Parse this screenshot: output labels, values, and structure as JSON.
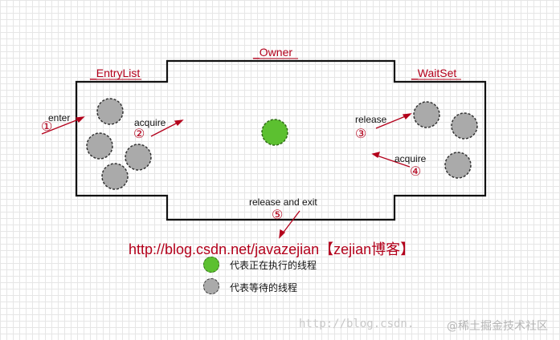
{
  "labels": {
    "owner": "_Owner",
    "entry_list": "_EntryList",
    "wait_set": "_WaitSet"
  },
  "steps": {
    "enter": "enter",
    "enter_num": "①",
    "acquire": "acquire",
    "acquire_num": "②",
    "release": "release",
    "release_num": "③",
    "acquire2": "acquire",
    "acquire2_num": "④",
    "release_exit": "release and exit",
    "release_exit_num": "⑤"
  },
  "url": "http://blog.csdn.net/javazejian【zejian博客】",
  "legend": {
    "running": "代表正在执行的线程",
    "waiting": "代表等待的线程"
  },
  "watermark": {
    "left": "http://blog.csdn.",
    "right": "@稀土掘金技术社区"
  },
  "colors": {
    "label_red": "#b3001b",
    "running_green": "#5cc030",
    "waiting_gray": "#aaaaaa",
    "box_line": "#111111"
  }
}
